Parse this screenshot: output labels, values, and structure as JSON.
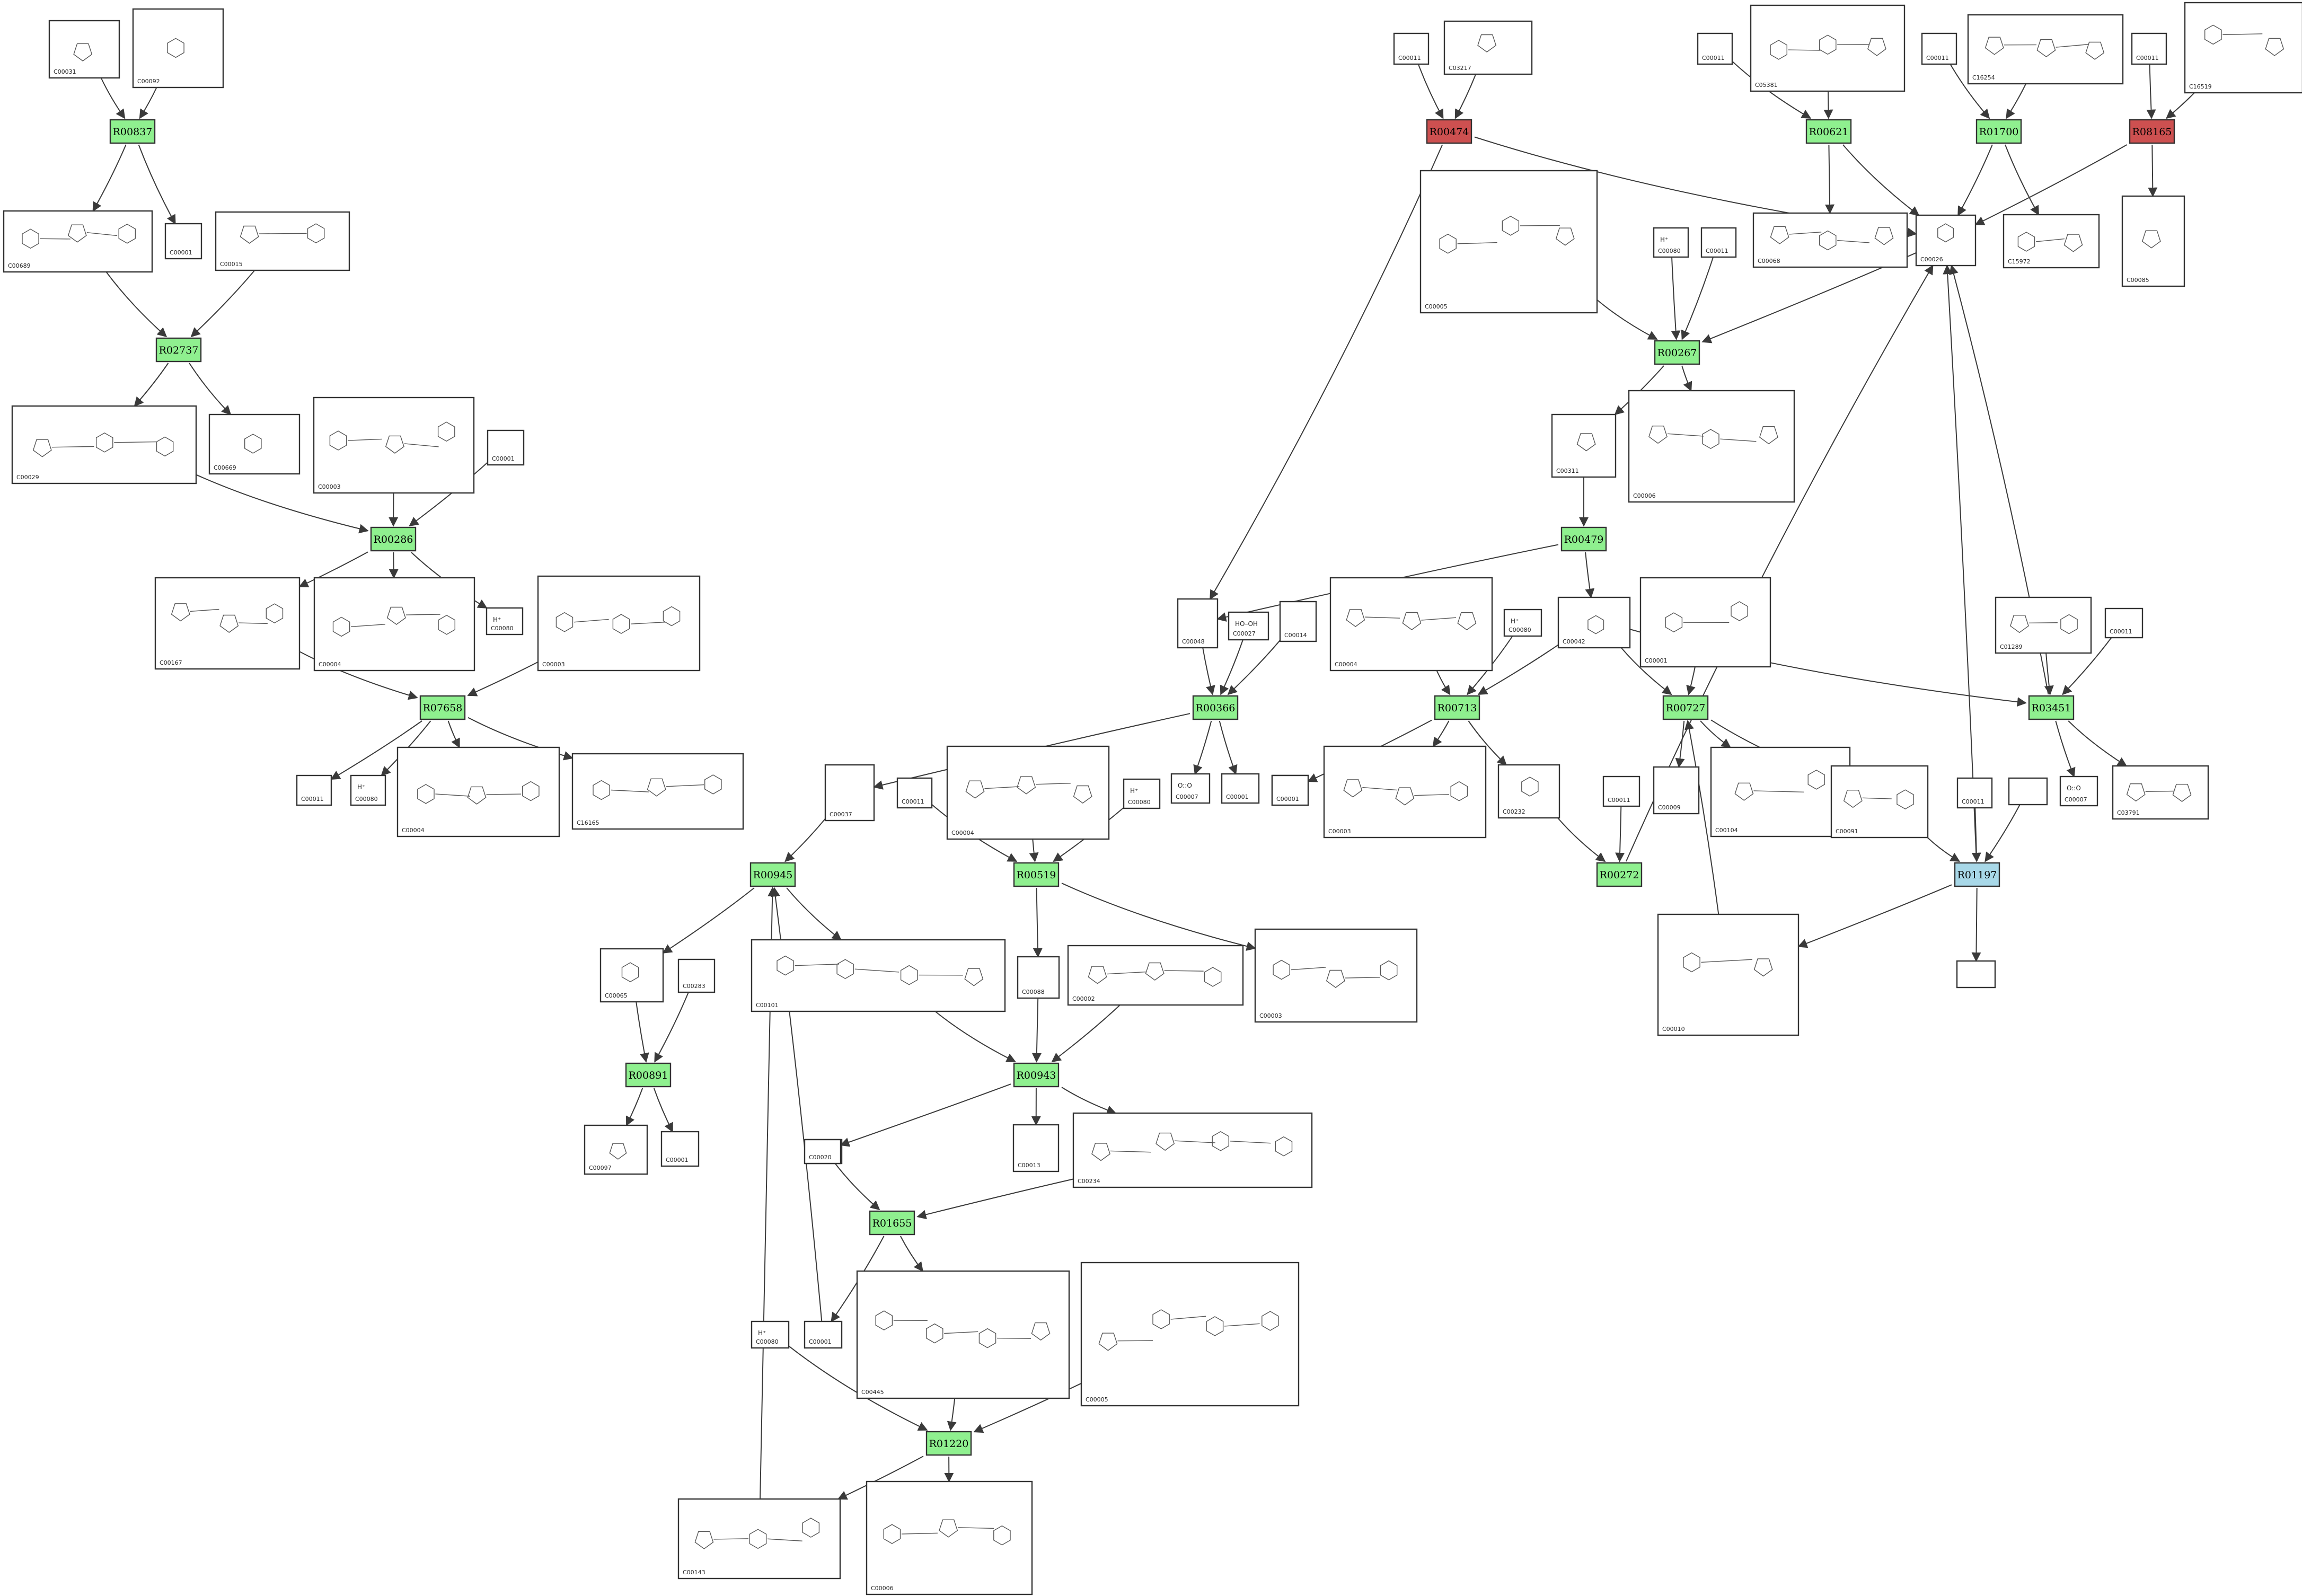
{
  "colors": {
    "green": "#8ff08f",
    "red": "#cd5050",
    "blue": "#a8d8e8",
    "border": "#333333",
    "edge": "#3a3a3a"
  },
  "reactions": [
    {
      "id": "R00837",
      "color": "green"
    },
    {
      "id": "R02737",
      "color": "green"
    },
    {
      "id": "R00286",
      "color": "green"
    },
    {
      "id": "R07658",
      "color": "green"
    },
    {
      "id": "R00474",
      "color": "red"
    },
    {
      "id": "R00621",
      "color": "green"
    },
    {
      "id": "R01700",
      "color": "green"
    },
    {
      "id": "R08165",
      "color": "red"
    },
    {
      "id": "R00267",
      "color": "green"
    },
    {
      "id": "R00479",
      "color": "green"
    },
    {
      "id": "R00366",
      "color": "green"
    },
    {
      "id": "R00713",
      "color": "green"
    },
    {
      "id": "R00727",
      "color": "green"
    },
    {
      "id": "R03451",
      "color": "green"
    },
    {
      "id": "R00945",
      "color": "green"
    },
    {
      "id": "R00519",
      "color": "green"
    },
    {
      "id": "R00272",
      "color": "green"
    },
    {
      "id": "R01197",
      "color": "blue"
    },
    {
      "id": "R00891",
      "color": "green"
    },
    {
      "id": "R00943",
      "color": "green"
    },
    {
      "id": "R01655",
      "color": "green"
    },
    {
      "id": "R01220",
      "color": "green"
    }
  ],
  "compounds": [
    {
      "id": "C00031",
      "text": ""
    },
    {
      "id": "C00092",
      "text": ""
    },
    {
      "id": "C00689",
      "text": ""
    },
    {
      "id": "C00001",
      "text": ""
    },
    {
      "id": "C00015",
      "text": ""
    },
    {
      "id": "C00029",
      "text": ""
    },
    {
      "id": "C00669",
      "text": ""
    },
    {
      "id": "C00003",
      "text": ""
    },
    {
      "id": "C00001",
      "text": ""
    },
    {
      "id": "C00167",
      "text": ""
    },
    {
      "id": "C00004",
      "text": ""
    },
    {
      "id": "C00003",
      "text": ""
    },
    {
      "id": "C00080",
      "text": "H⁺"
    },
    {
      "id": "C00011",
      "text": ""
    },
    {
      "id": "C00080",
      "text": "H⁺"
    },
    {
      "id": "C00004",
      "text": ""
    },
    {
      "id": "C16165",
      "text": ""
    },
    {
      "id": "C00011",
      "text": ""
    },
    {
      "id": "C03217",
      "text": ""
    },
    {
      "id": "C00011",
      "text": ""
    },
    {
      "id": "C05381",
      "text": ""
    },
    {
      "id": "C00011",
      "text": ""
    },
    {
      "id": "C16254",
      "text": ""
    },
    {
      "id": "C00011",
      "text": ""
    },
    {
      "id": "C16519",
      "text": ""
    },
    {
      "id": "C00005",
      "text": ""
    },
    {
      "id": "C00080",
      "text": "H⁺"
    },
    {
      "id": "C00011",
      "text": ""
    },
    {
      "id": "C00068",
      "text": ""
    },
    {
      "id": "C00026",
      "text": ""
    },
    {
      "id": "C15972",
      "text": ""
    },
    {
      "id": "C00085",
      "text": ""
    },
    {
      "id": "C00311",
      "text": ""
    },
    {
      "id": "C00006",
      "text": ""
    },
    {
      "id": "C00048",
      "text": ""
    },
    {
      "id": "C00027",
      "text": "HO–OH"
    },
    {
      "id": "C00014",
      "text": ""
    },
    {
      "id": "C00004",
      "text": ""
    },
    {
      "id": "C00080",
      "text": "H⁺"
    },
    {
      "id": "C00042",
      "text": ""
    },
    {
      "id": "C00001",
      "text": ""
    },
    {
      "id": "C01289",
      "text": ""
    },
    {
      "id": "C00011",
      "text": ""
    },
    {
      "id": "C00001",
      "text": ""
    },
    {
      "id": "C00037",
      "text": ""
    },
    {
      "id": "C00011",
      "text": ""
    },
    {
      "id": "C00004",
      "text": ""
    },
    {
      "id": "C00080",
      "text": "H⁺"
    },
    {
      "id": "C00007",
      "text": "O::O"
    },
    {
      "id": "C00001",
      "text": ""
    },
    {
      "id": "C00001",
      "text": ""
    },
    {
      "id": "C00003",
      "text": ""
    },
    {
      "id": "C00232",
      "text": ""
    },
    {
      "id": "C00011",
      "text": ""
    },
    {
      "id": "C00009",
      "text": ""
    },
    {
      "id": "C00104",
      "text": ""
    },
    {
      "id": "C00091",
      "text": ""
    },
    {
      "id": "C00011",
      "text": ""
    },
    {
      "id": "",
      "text": ""
    },
    {
      "id": "C00007",
      "text": "O::O"
    },
    {
      "id": "C03791",
      "text": ""
    },
    {
      "id": "C00065",
      "text": ""
    },
    {
      "id": "C00283",
      "text": ""
    },
    {
      "id": "C00101",
      "text": ""
    },
    {
      "id": "C00088",
      "text": ""
    },
    {
      "id": "C00002",
      "text": ""
    },
    {
      "id": "C00003",
      "text": ""
    },
    {
      "id": "C00010",
      "text": ""
    },
    {
      "id": "",
      "text": ""
    },
    {
      "id": "C00097",
      "text": ""
    },
    {
      "id": "C00001",
      "text": ""
    },
    {
      "id": "C00080",
      "text": "H⁺"
    },
    {
      "id": "C00020",
      "text": ""
    },
    {
      "id": "C00013",
      "text": ""
    },
    {
      "id": "C00234",
      "text": ""
    },
    {
      "id": "C00001",
      "text": ""
    },
    {
      "id": "C00080",
      "text": "H⁺"
    },
    {
      "id": "C00445",
      "text": ""
    },
    {
      "id": "C00005",
      "text": ""
    },
    {
      "id": "C00143",
      "text": ""
    },
    {
      "id": "C00006",
      "text": ""
    }
  ]
}
